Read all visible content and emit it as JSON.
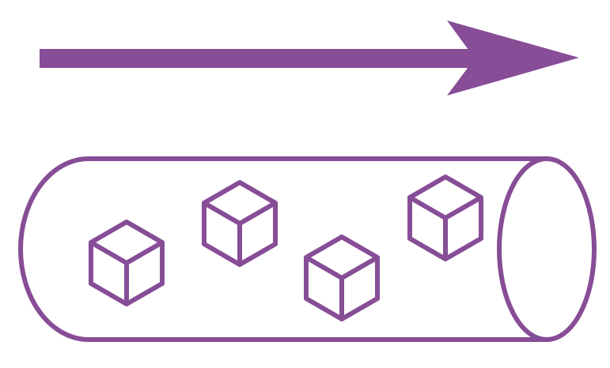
{
  "colors": {
    "stroke": "#874d96",
    "fill": "#874d96",
    "background": "#ffffff"
  },
  "diagram": {
    "arrow": {
      "icon": "arrow-right-icon",
      "direction": "right"
    },
    "tube": {
      "icon": "cylinder-pipe-icon",
      "orientation": "horizontal"
    },
    "cubes": {
      "icon": "cube-icon",
      "count": 4
    }
  }
}
